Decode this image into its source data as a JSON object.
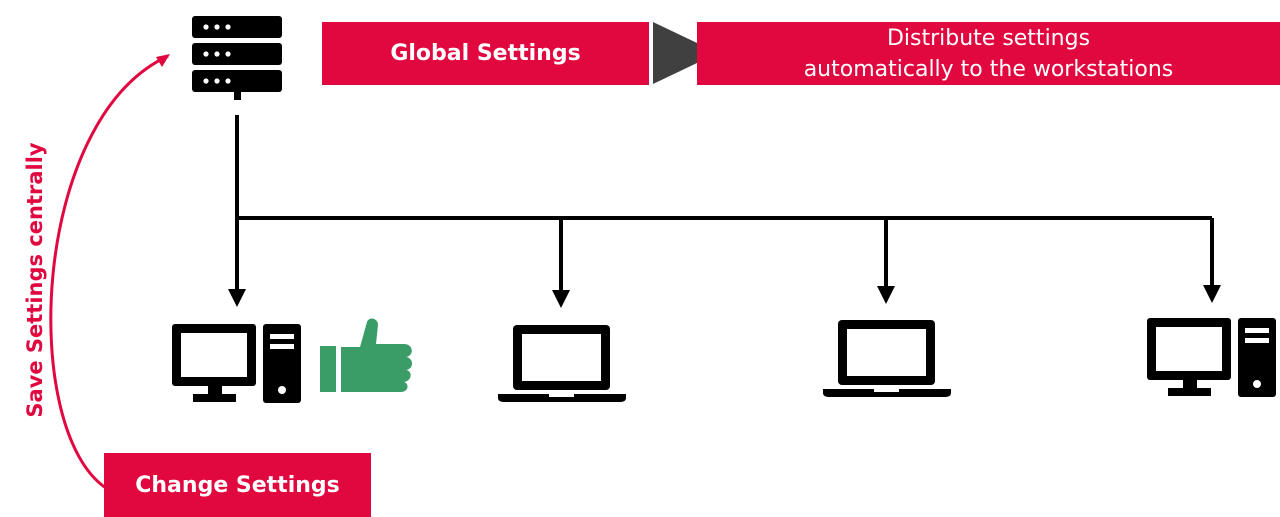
{
  "labels": {
    "global_settings": "Global Settings",
    "distribute_line1": "Distribute settings",
    "distribute_line2": "automatically to the workstations",
    "save_centrally": "Save Settings centrally",
    "change_settings": "Change Settings"
  },
  "colors": {
    "accent": "#e0083f",
    "arrow_gray": "#404040",
    "icon_black": "#000000",
    "thumb_green": "#3a9d68"
  },
  "icons": [
    "server-icon",
    "desktop-pc-icon",
    "thumbs-up-icon",
    "laptop-icon",
    "laptop-icon",
    "desktop-pc-icon"
  ]
}
